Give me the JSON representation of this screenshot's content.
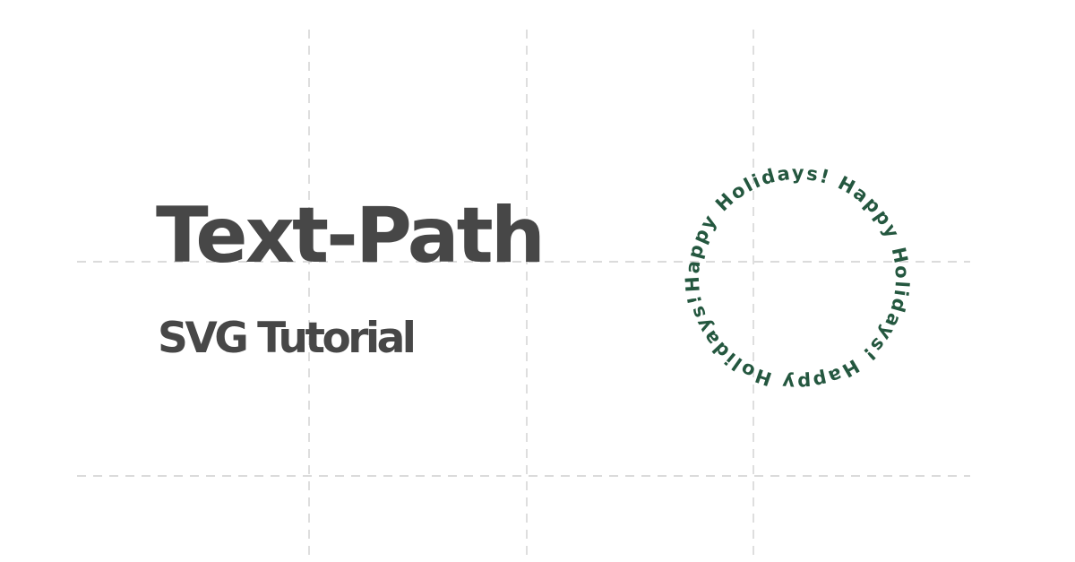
{
  "header": {
    "title": "Text-Path",
    "subtitle": "SVG Tutorial"
  },
  "emblem": {
    "text": "Happy Holidays! Happy Holidays! Happy Holidays!"
  },
  "colors": {
    "text_dark": "#474747",
    "accent_green": "#24573f",
    "grid_line": "#cfcfcf",
    "background": "#ffffff"
  }
}
